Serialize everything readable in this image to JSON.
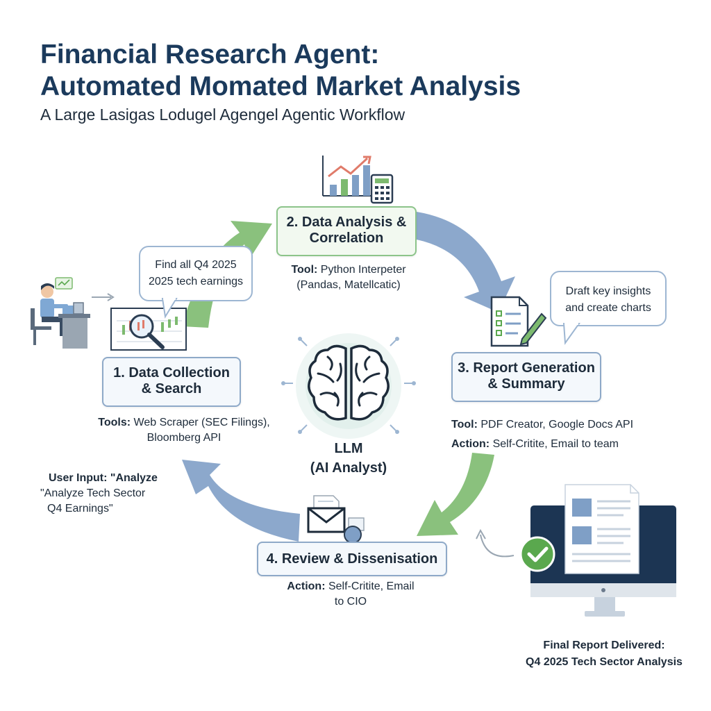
{
  "header": {
    "title_line1": "Financial Research Agent:",
    "title_line2": "Automated Momated Market Analysis",
    "subtitle": "A Large Lasigas Lodugel Agengel Agentic Workflow"
  },
  "steps": [
    {
      "label_line1": "1. Data Collection",
      "label_line2": "& Search",
      "caption_key1": "Tools:",
      "caption_val1": "Web Scraper (SEC Filings),",
      "caption_line2": "Bloomberg API"
    },
    {
      "label_line1": "2. Data Analysis &",
      "label_line2": "Correlation",
      "caption_key1": "Tool:",
      "caption_val1": "Python Interpeter",
      "caption_line2": "(Pandas, Matellcatic)"
    },
    {
      "label_line1": "3. Report Generation",
      "label_line2": "& Summary",
      "caption_key1": "Tool:",
      "caption_val1": "PDF Creator, Google Docs API",
      "caption_key2": "Action:",
      "caption_val2": "Self-Critite, Email to team"
    },
    {
      "label_line1": "4. Review & Dissenisation",
      "caption_key1": "Action:",
      "caption_val1": "Self-Critite, Email",
      "caption_line2": "to CIO"
    }
  ],
  "bubbles": {
    "query_line1": "Find all Q4 2025",
    "query_line2": "2025 tech earnings",
    "draft_line1": "Draft key insights",
    "draft_line2": "and create charts"
  },
  "center": {
    "line1": "LLM",
    "line2": "(AI Analyst)"
  },
  "user_input": {
    "line1": "User Input: \"Analyze",
    "line2": "\"Analyze Tech Sector",
    "line3": "Q4 Earnings\""
  },
  "final": {
    "line1": "Final Report Delivered:",
    "line2": "Q4 2025 Tech Sector Analysis"
  },
  "colors": {
    "blue_arrow": "#7f9fc6",
    "green_arrow": "#7dba6f",
    "title": "#1b3a5c",
    "monitor": "#1c3553",
    "check": "#5aa84e"
  }
}
